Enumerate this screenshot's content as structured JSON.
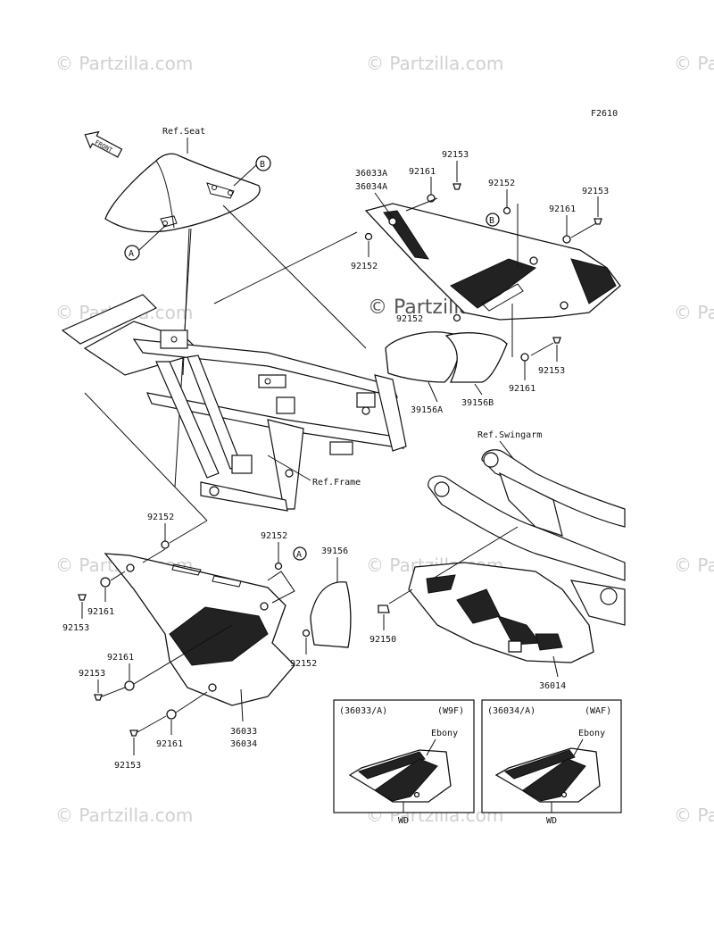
{
  "figure_code": "F2610",
  "front_label": "FRONT",
  "watermark": "© Partzilla.com",
  "refs": {
    "seat": "Ref.Seat",
    "frame": "Ref.Frame",
    "swingarm": "Ref.Swingarm"
  },
  "callouts": {
    "a": "A",
    "b": "B"
  },
  "labels": {
    "p36033a": "36033A",
    "p36034a": "36034A",
    "top_92161": "92161",
    "top_92153": "92153",
    "top_92152_b": "92152",
    "right_92153": "92153",
    "right_92161": "92161",
    "mid_92152": "92152",
    "under_92152": "92152",
    "low_92153": "92153",
    "low_92161": "92161",
    "p39156a": "39156A",
    "p39156b": "39156B",
    "left_92152": "92152",
    "left_92161": "92161",
    "left_92153": "92153",
    "lower_92161": "92161",
    "lower_92153": "92153",
    "bottom_92161": "92161",
    "bottom_92153": "92153",
    "center_92152": "92152",
    "p39156": "39156",
    "p92152_c": "92152",
    "p36033": "36033",
    "p36034": "36034",
    "p92150": "92150",
    "p36014": "36014"
  },
  "inset_left": {
    "part": "(36033/A)",
    "code": "(W9F)",
    "color": "Ebony",
    "caption": "WD"
  },
  "inset_right": {
    "part": "(36034/A)",
    "code": "(WAF)",
    "color": "Ebony",
    "caption": "WD"
  }
}
